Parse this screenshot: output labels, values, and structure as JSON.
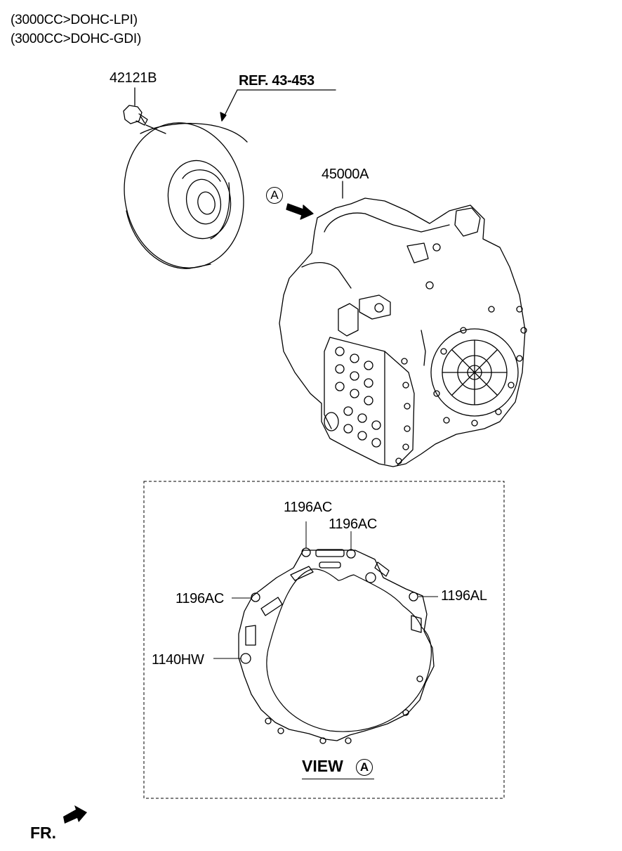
{
  "header": {
    "line1": "(3000CC>DOHC-LPI)",
    "line2": "(3000CC>DOHC-GDI)"
  },
  "parts": {
    "bolt_label": "42121B",
    "ref_label": "REF. 43-453",
    "transaxle_label": "45000A",
    "view_marker": "A",
    "gasket_top_left": "1196AC",
    "gasket_top_right": "1196AC",
    "gasket_left": "1196AC",
    "gasket_right": "1196AL",
    "gasket_pin": "1140HW"
  },
  "view": {
    "label": "VIEW",
    "marker": "A"
  },
  "footer": {
    "front_label": "FR."
  },
  "icons": [
    "arrow-right-icon",
    "front-direction-arrow-icon"
  ]
}
